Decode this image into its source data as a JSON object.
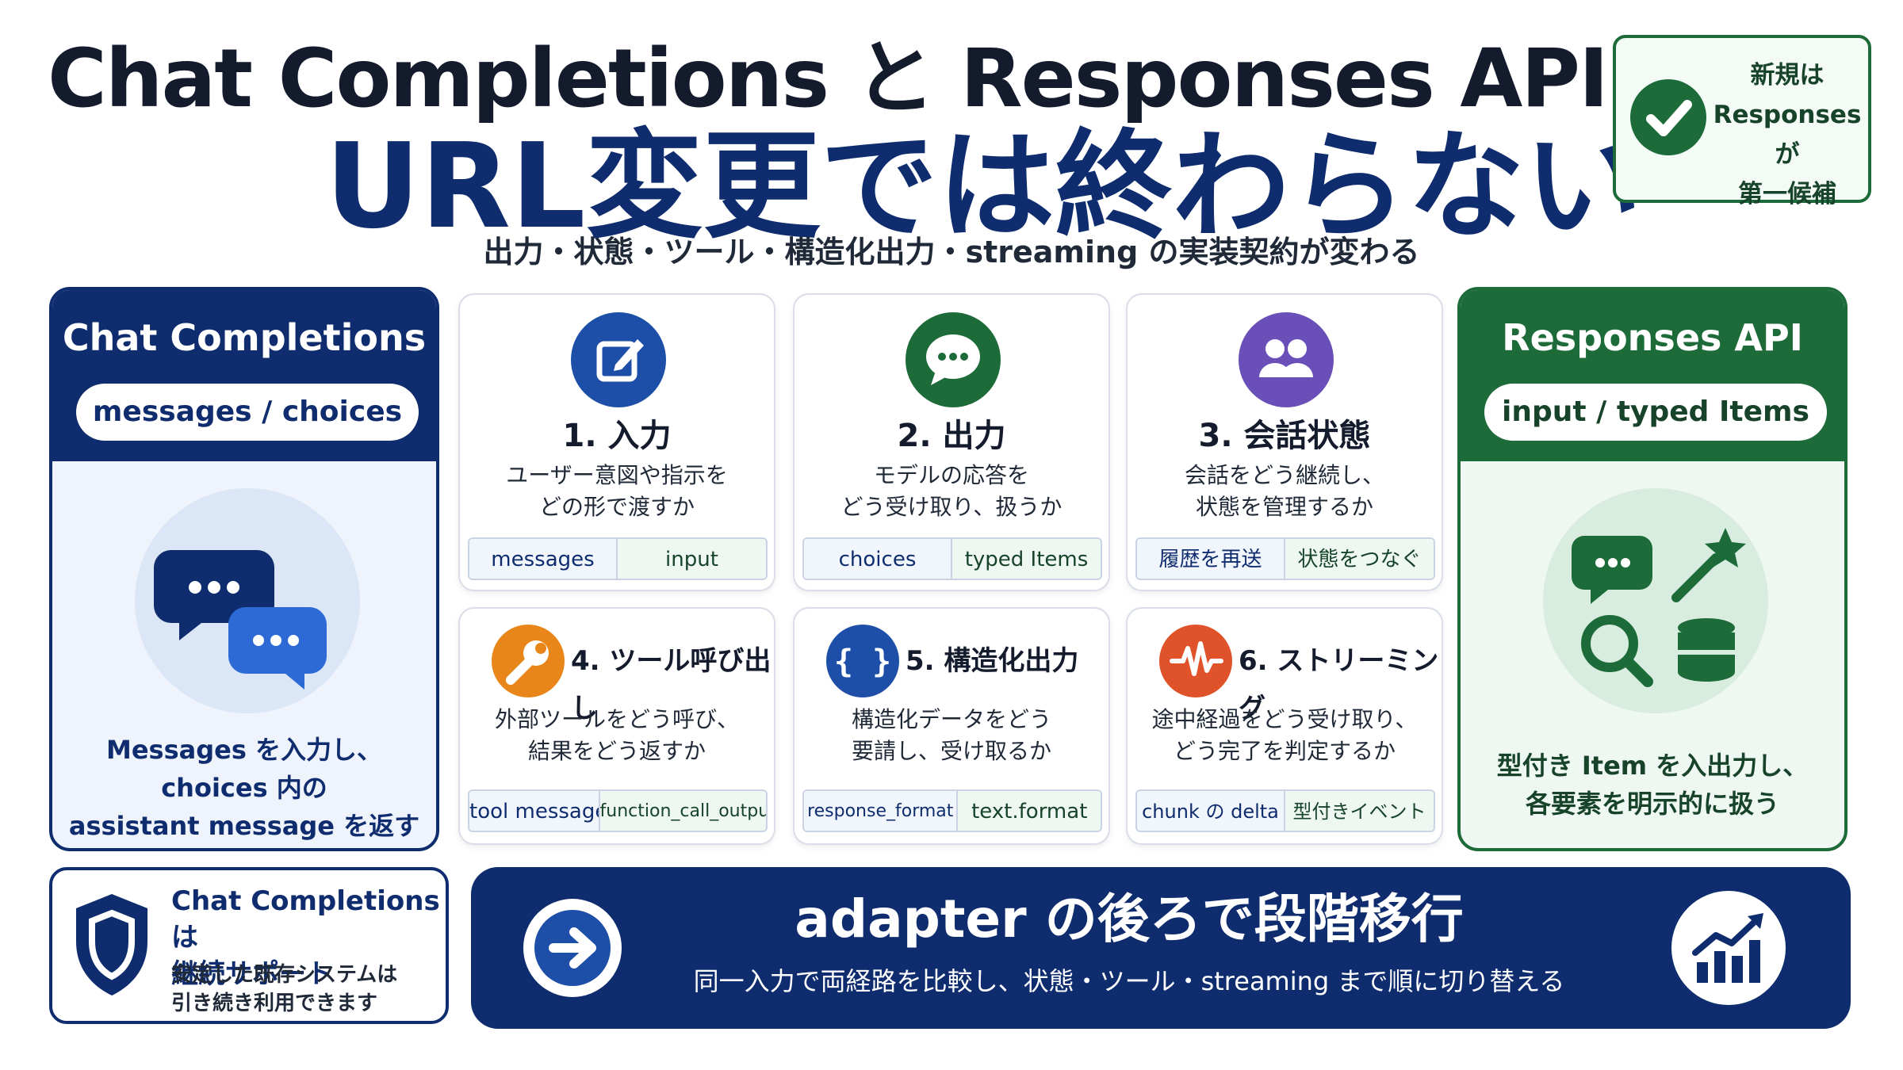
{
  "header": {
    "title": "Chat Completions と Responses API の違い",
    "headline": "URL変更では終わらない",
    "subtitle": "出力・状態・ツール・構造化出力・streaming の実装契約が変わる"
  },
  "badge": {
    "lines": [
      "新規は",
      "Responses が",
      "第一候補"
    ],
    "icon": "checkmark-icon",
    "color": "#1e6b3a"
  },
  "left_panel": {
    "title": "Chat Completions",
    "pill": "messages / choices",
    "desc_lines": [
      "Messages を入力し、",
      "choices 内の",
      "assistant message を返す"
    ],
    "color": "#0f2d6e"
  },
  "right_panel": {
    "title": "Responses API",
    "pill": "input / typed Items",
    "desc_lines": [
      "型付き Item を入出力し、",
      "各要素を明示的に扱う"
    ],
    "color": "#1e6b3a"
  },
  "cards": [
    {
      "title": "1. 入力",
      "desc_lines": [
        "ユーザー意図や指示を",
        "どの形で渡すか"
      ],
      "left": "messages",
      "right": "input",
      "icon": "edit-icon",
      "color": "#1d4fa8"
    },
    {
      "title": "2. 出力",
      "desc_lines": [
        "モデルの応答を",
        "どう受け取り、扱うか"
      ],
      "left": "choices",
      "right": "typed Items",
      "icon": "chat-bubble-icon",
      "color": "#1e6b3a"
    },
    {
      "title": "3. 会話状態",
      "desc_lines": [
        "会話をどう継続し、",
        "状態を管理するか"
      ],
      "left": "履歴を再送",
      "right": "状態をつなぐ",
      "icon": "users-icon",
      "color": "#6b4fb8"
    },
    {
      "title": "4. ツール呼び出し",
      "desc_lines": [
        "外部ツールをどう呼び、",
        "結果をどう返すか"
      ],
      "left": "tool message",
      "right": "function_call_output",
      "icon": "wrench-icon",
      "color": "#e8861a"
    },
    {
      "title": "5. 構造化出力",
      "desc_lines": [
        "構造化データをどう",
        "要請し、受け取るか"
      ],
      "left": "response_format",
      "right": "text.format",
      "icon": "braces-icon",
      "color": "#1d4fa8"
    },
    {
      "title": "6. ストリーミング",
      "desc_lines": [
        "途中経過をどう受け取り、",
        "どう完了を判定するか"
      ],
      "left": "chunk の delta",
      "right": "型付きイベント",
      "icon": "waveform-icon",
      "color": "#e0532a"
    }
  ],
  "support": {
    "title_lines": [
      "Chat Completions は",
      "継続サポート"
    ],
    "desc_lines": [
      "安定した既存システムは",
      "引き続き利用できます"
    ]
  },
  "banner": {
    "title": "adapter の後ろで段階移行",
    "desc": "同一入力で両経路を比較し、状態・ツール・streaming まで順に切り替える"
  }
}
